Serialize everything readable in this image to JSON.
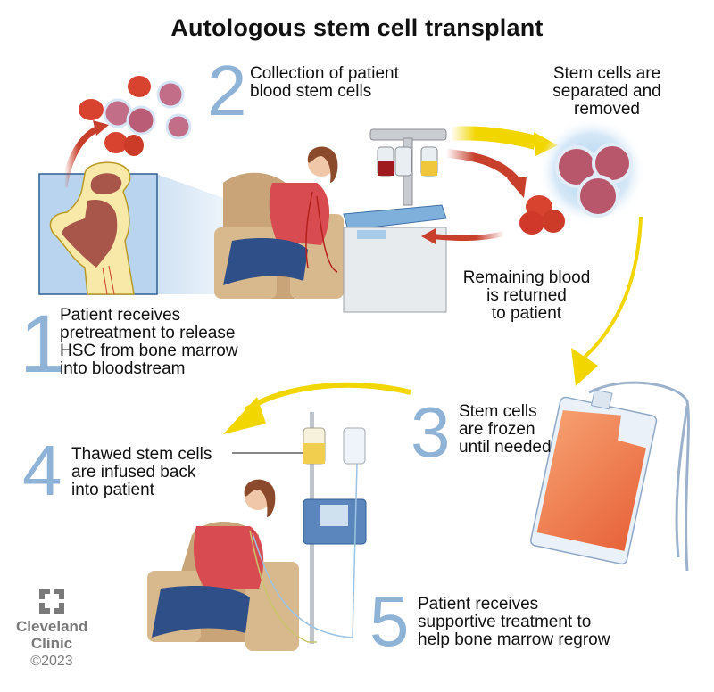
{
  "title": "Autologous stem cell transplant",
  "colors": {
    "step_number": "#8fb3d6",
    "arrow_yellow": "#f2d600",
    "arrow_red": "#c8402c",
    "red_cell": "#d8432f",
    "stem_cell": "#b8566b",
    "bag_fill": "#ee7a45",
    "logo_gray": "#7a7a7a"
  },
  "steps": [
    {
      "number": "1",
      "text": "Patient receives\npretreatment to release\nHSC from bone marrow\ninto bloodstream"
    },
    {
      "number": "2",
      "text": "Collection of patient\nblood stem cells"
    },
    {
      "number": "3",
      "text": "Stem cells\nare frozen\nuntil needed"
    },
    {
      "number": "4",
      "text": "Thawed stem cells\nare infused back\ninto patient"
    },
    {
      "number": "5",
      "text": "Patient receives\nsupportive treatment to\nhelp bone marrow regrow"
    }
  ],
  "captions": {
    "separated": "Stem cells are\nseparated and removed",
    "returned": "Remaining blood\nis returned\nto patient"
  },
  "logo": {
    "name": "Cleveland\nClinic",
    "copyright": "©2023"
  }
}
